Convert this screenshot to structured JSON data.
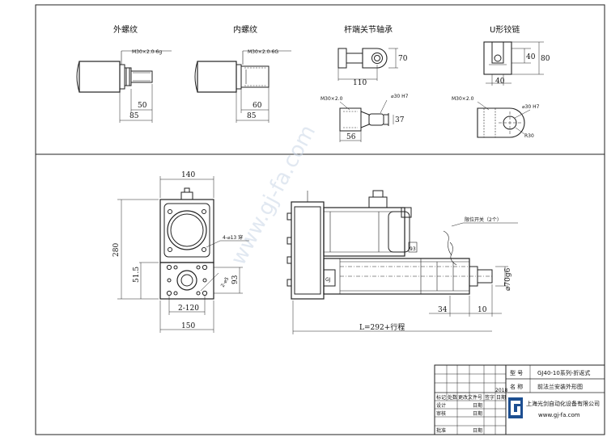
{
  "views": {
    "external_thread": {
      "title": "外螺纹",
      "thread_spec": "M30×2.0-6g",
      "dim_a": "50",
      "dim_b": "85"
    },
    "internal_thread": {
      "title": "内螺纹",
      "thread_spec": "M30×2.0-6G",
      "dim_a": "60",
      "dim_b": "85"
    },
    "rod_end": {
      "title": "杆端关节轴承",
      "dim_height": "70",
      "dim_length": "110",
      "thread_spec": "M30×2.0",
      "bore": "⌀30 H7",
      "dim_width": "37",
      "dim_bottom": "56"
    },
    "clevis": {
      "title": "U形铰链",
      "dim_slot": "40",
      "dim_height": "80",
      "dim_bottom": "40",
      "thread_spec": "M30×2.0",
      "bore": "⌀30 H7",
      "radius": "R30"
    }
  },
  "front_view": {
    "width_top": "140",
    "height": "280",
    "dim_left": "51.5",
    "holes": "4-⌀13 穿",
    "dim_center": "93",
    "dim_diag": "2-⌀5",
    "bolt_spacing": "2-120",
    "width_bottom": "150"
  },
  "side_view": {
    "limit_switch": "限位开关（2个）",
    "dim_motor": "93",
    "rod_dia": "⌀70g6",
    "length": "L=292+行程",
    "dim_34": "34",
    "dim_10": "10"
  },
  "title_block": {
    "type_label": "型 号",
    "model": "GJ40-10系列-折返式",
    "name_label": "名 称",
    "drawing_name": "前法兰安装外形图",
    "year": "2018",
    "company": "上海光剑自动化设备有限公司",
    "website": "www.gj-fa.com",
    "rows": [
      "标记",
      "设计",
      "审核",
      "批准"
    ],
    "cols": [
      "处数",
      "更改文件号",
      "签字",
      "日期"
    ],
    "date_label": "日期"
  },
  "watermark": "www.gj-fa.com"
}
